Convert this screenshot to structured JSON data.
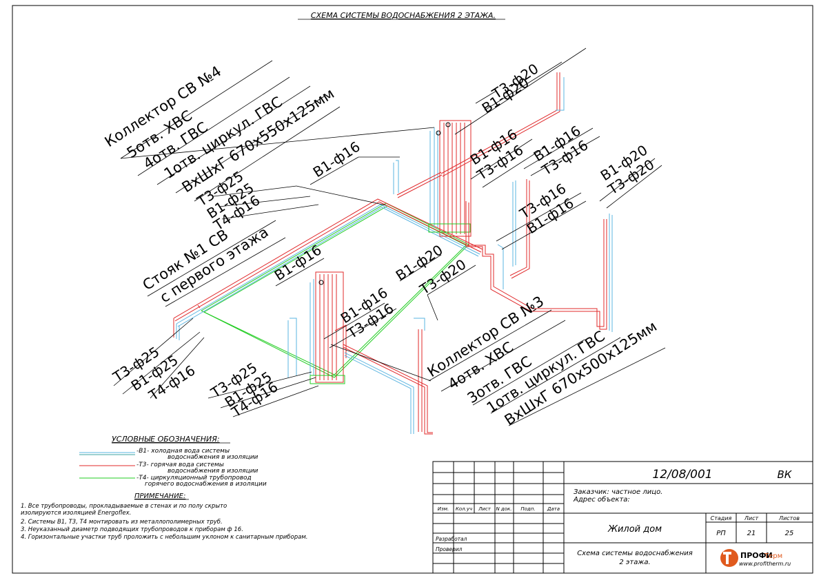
{
  "title": "СХЕМА СИСТЕМЫ ВОДОСНАБЖЕНИЯ 2 ЭТАЖА.",
  "colors": {
    "cold": "#5ab4e0",
    "hot": "#e0282a",
    "circ": "#22cc22",
    "line": "#000000"
  },
  "labels": {
    "collector4": [
      "Коллектор СВ №4",
      "5отв. ХВС",
      "4отв. ГВС",
      "1отв. циркул. ГВС",
      "ВхШхГ 670х550х125мм"
    ],
    "collector3": [
      "Коллектор СВ №3",
      "4отв. ХВС",
      "3отв. ГВС",
      "1отв. циркул. ГВС",
      "ВхШхГ 670х500х125мм"
    ],
    "riser": [
      "Стояк №1 СВ",
      "с первого этажа"
    ],
    "pipes": {
      "t3_20_top": "Т3-ф20",
      "b1_20_top": "В1-ф20",
      "b1_16_a": "В1-ф16",
      "t3_16_a": "Т3-ф16",
      "b1_16_b": "В1-ф16",
      "t3_16_b": "Т3-ф16",
      "b1_20_r": "В1-ф20",
      "t3_20_r": "Т3-ф20",
      "b1_16_left": "В1-ф16",
      "t3_25_m": "Т3-ф25",
      "b1_25_m": "В1-ф25",
      "t4_16_m": "Т4-ф16",
      "t3_16_c": "Т3-ф16",
      "b1_16_c": "В1-ф16",
      "b1_16_d": "В1-ф16",
      "b1_20_c": "В1-ф20",
      "t3_20_c": "Т3-ф20",
      "b1_16_e": "В1-ф16",
      "t3_16_e": "Т3-ф16",
      "t3_25_l": "Т3-ф25",
      "b1_25_l": "В1-ф25",
      "t4_16_l": "Т4-ф16",
      "t3_25_b": "Т3-ф25",
      "b1_25_b": "В1-ф25",
      "t4_16_b": "Т4-ф16"
    }
  },
  "legend": {
    "heading": "УСЛОВНЫЕ ОБОЗНАЧЕНИЯ:",
    "items": [
      {
        "line1": "-В1- холодная вода системы",
        "line2": "водоснабжения в изоляции"
      },
      {
        "line1": "-Т3- горячая вода системы",
        "line2": "водоснабжения в изоляции"
      },
      {
        "line1": "-Т4- циркуляционный трубопровод",
        "line2": "горячего водоснабжения в изоляции"
      }
    ]
  },
  "notes": {
    "heading": "ПРИМЕЧАНИЕ:",
    "lines": [
      "1. Все трубопроводы, прокладываемые в  стенах  и по полу скрыто",
      "изолируются изоляцией Energoflex.",
      "2. Системы В1, Т3, Т4 монтировать из металлополимерных труб.",
      "3. Неуказанный диаметр подводящих трубопроводов к приборам ф 16.",
      "4. Горизонтальные участки труб проложить с небольшим уклоном к санитарным приборам."
    ]
  },
  "title_block": {
    "code": "12/08/001",
    "section": "ВК",
    "customer": "Заказчик: частное лицо.",
    "address": "Адрес объекта:",
    "headers": [
      "Изм.",
      "Кол.уч",
      "Лист",
      "N док.",
      "Подп.",
      "Дата"
    ],
    "developed": "Разработал",
    "checked": "Проверил",
    "building": "Жилой дом",
    "stage_label": "Стадия",
    "sheet_label": "Лист",
    "sheets_label": "Листов",
    "stage": "РП",
    "sheet": "21",
    "sheets": "25",
    "drawing_name_1": "Схема системы водоснабжения",
    "drawing_name_2": "2 этажа.",
    "logo_text": "ПРОФИ",
    "logo_text2": "Терм",
    "logo_url": "www.profitherm.ru"
  }
}
